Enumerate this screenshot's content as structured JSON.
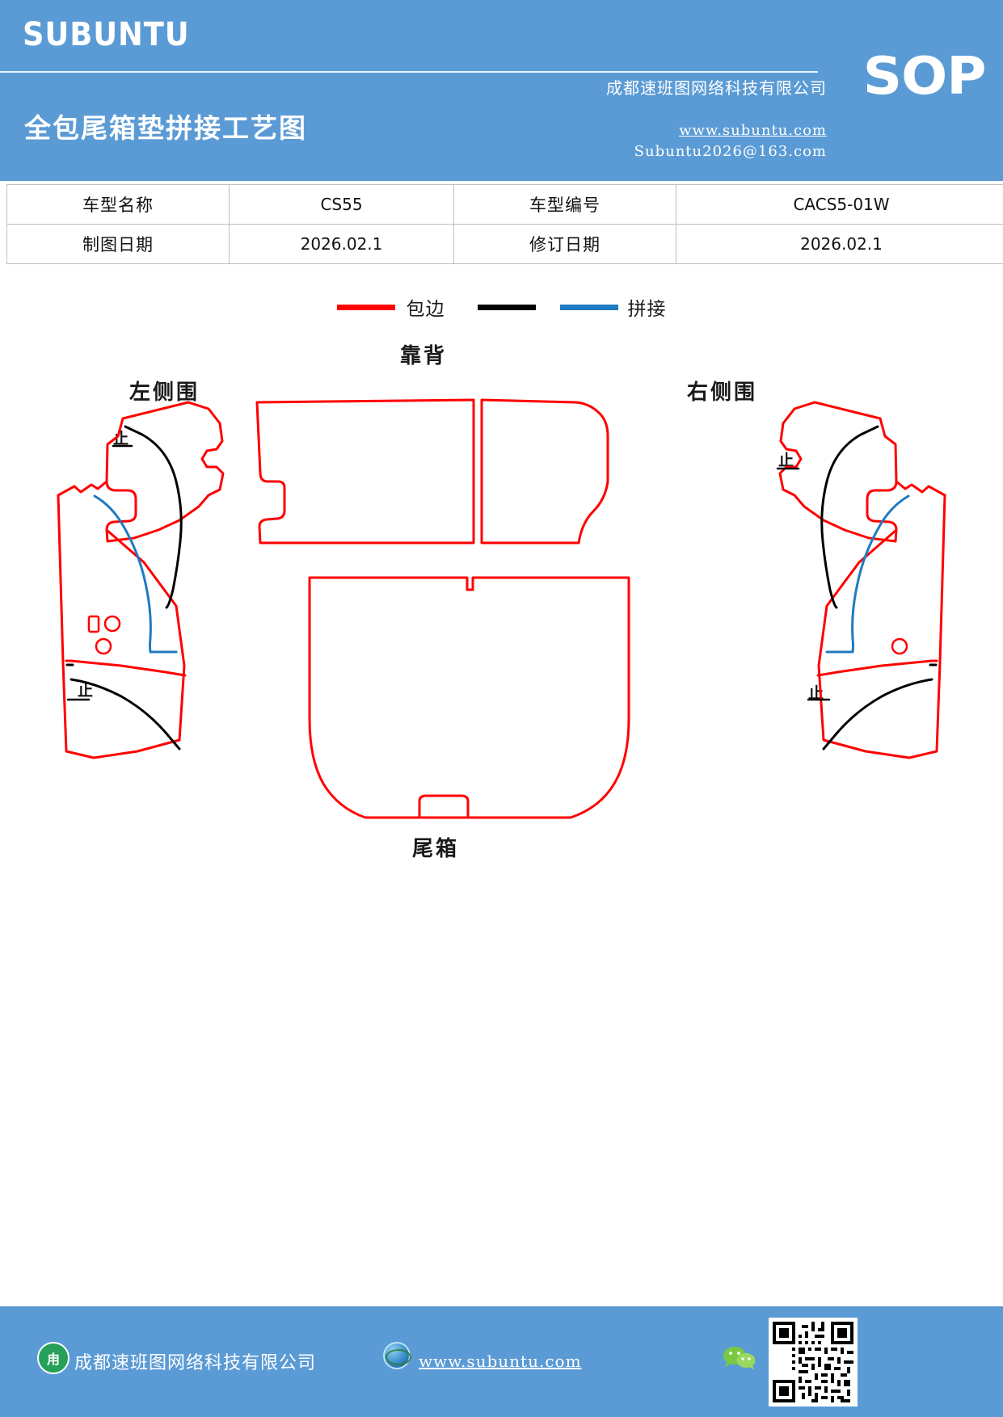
{
  "header": {
    "brand": "SUBUNTU",
    "doc_type": "SOP",
    "title": "全包尾箱垫拼接工艺图",
    "company": "成都速班图网络科技有限公司",
    "website": "www.subuntu.com",
    "email": "Subuntu2026@163.com",
    "bg_color": "#5b9bd5"
  },
  "info_table": {
    "rows": [
      {
        "label1": "车型名称",
        "value1": "CS55",
        "label2": "车型编号",
        "value2": "CACS5-01W"
      },
      {
        "label1": "制图日期",
        "value1": "2026.02.1",
        "label2": "修订日期",
        "value2": "2026.02.1"
      }
    ]
  },
  "legend": {
    "items": [
      {
        "label": "包边",
        "color": "#ff0000",
        "icon": "line-swatch-red"
      },
      {
        "label": "",
        "color": "#000000",
        "icon": "line-swatch-black"
      },
      {
        "label": "拼接",
        "color": "#1f7ac0",
        "icon": "line-swatch-blue"
      }
    ]
  },
  "drawing": {
    "parts": [
      {
        "name": "backrest",
        "label": "靠背"
      },
      {
        "name": "left-side-panel",
        "label": "左侧围"
      },
      {
        "name": "right-side-panel",
        "label": "右侧围"
      },
      {
        "name": "trunk-mat",
        "label": "尾箱"
      }
    ],
    "stop_marks": [
      {
        "label": "止"
      },
      {
        "label": "止"
      },
      {
        "label": "止"
      },
      {
        "label": "止"
      }
    ],
    "colors": {
      "binding": "#ff0000",
      "seam_black": "#000000",
      "seam_blue": "#1f7ac0"
    }
  },
  "footer": {
    "company": "成都速班图网络科技有限公司",
    "website": "www.subuntu.com",
    "badge_text": "甪",
    "icons": [
      "company-badge-icon",
      "globe-icon",
      "wechat-icon",
      "qr-code-icon"
    ],
    "bg_color": "#5b9bd5"
  }
}
